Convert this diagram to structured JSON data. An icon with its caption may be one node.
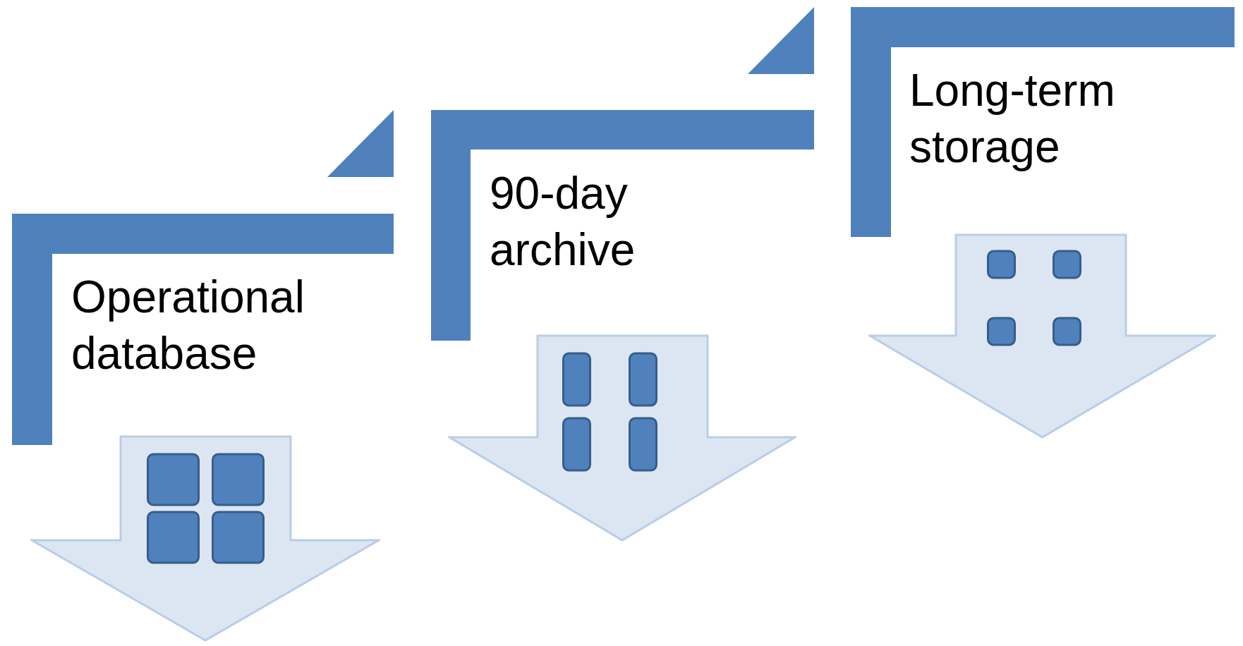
{
  "diagram": {
    "nodes": [
      {
        "text": [
          "Operational database"
        ]
      },
      {
        "text": [
          "90-day archive"
        ]
      },
      {
        "text": [
          "Long-term storage"
        ]
      },
      {
        "text": [],
        "shape": "triangle"
      },
      {
        "text": [],
        "shape": "triangle"
      }
    ]
  }
}
